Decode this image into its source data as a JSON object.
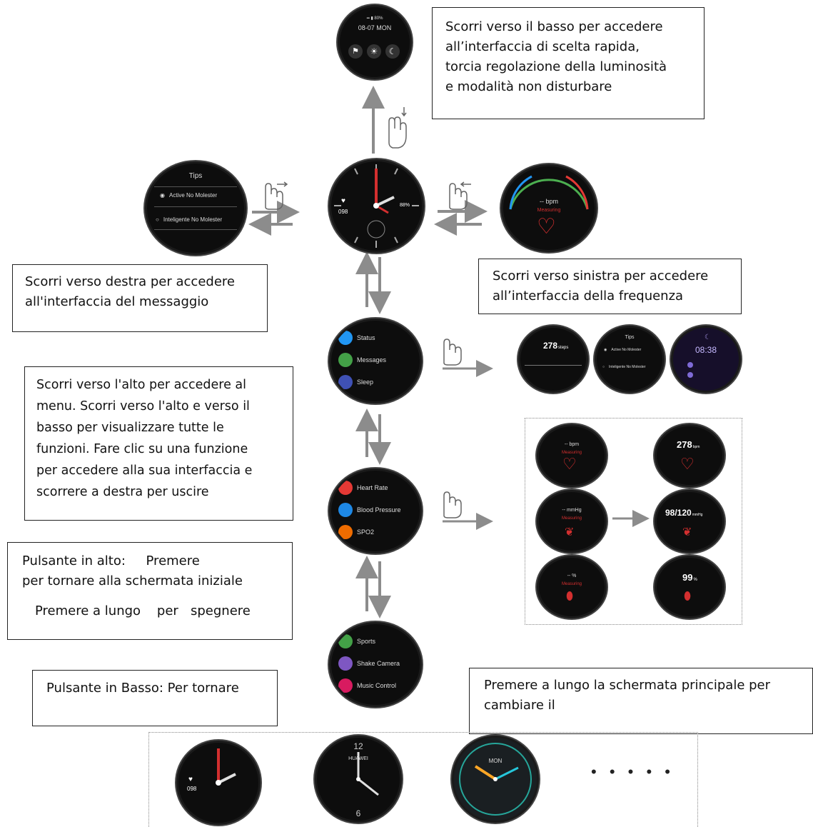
{
  "notes": {
    "top_right": [
      "Scorri verso il basso per accedere",
      "all’interfaccia di scelta rapida,",
      "torcia regolazione della luminosità",
      "e modalità non disturbare"
    ],
    "left_message": [
      "Scorri verso destra per accedere",
      "all'interfaccia del messaggio"
    ],
    "right_frequency": [
      "Scorri verso sinistra per accedere",
      "all’interfaccia della frequenza"
    ],
    "menu": [
      "Scorri verso l'alto per accedere al",
      "menu. Scorri verso l'alto e verso il",
      "basso per visualizzare tutte le",
      "funzioni. Fare clic su una funzione",
      "per accedere alla sua interfaccia e",
      "scorrere a destra per uscire"
    ],
    "top_button": {
      "line1": "Pulsante in alto:     Premere",
      "line2": "per tornare alla schermata iniziale",
      "line3": "Premere a lungo    per   spegnere"
    },
    "bottom_button": "Pulsante in Basso: Per tornare",
    "long_press": [
      "Premere a lungo la schermata principale per",
      "cambiare il"
    ]
  },
  "watches": {
    "quick": {
      "status": "▪▪ ▮ 80%",
      "date": "08-07 MON"
    },
    "tips": {
      "title": "Tips",
      "option1": "Active No Molester",
      "option2": "Inteligente No Molester"
    },
    "heart": {
      "value": "-- bpm",
      "label": "Measuring"
    },
    "face": {
      "bpm": "098",
      "steps": "88%"
    },
    "menu1": [
      "Status",
      "Messages",
      "Sleep"
    ],
    "menu2": [
      "Heart Rate",
      "Blood Pressure",
      "SPO2"
    ],
    "menu3": [
      "Sports",
      "Shake Camera",
      "Music Control"
    ],
    "status_steps": "278",
    "status_steps_unit": "steps",
    "sleep_time": "08:38",
    "hr_result": "278",
    "hr_unit": "bpm",
    "bp_measuring": "-- mmHg",
    "bp_result": "98/120",
    "bp_unit": "mmHg",
    "spo2_measuring": "-- %",
    "spo2_result": "99",
    "spo2_unit": "%",
    "faces": {
      "f1_bpm": "098",
      "f2_brand": "HUAWEI",
      "f3_day": "MON"
    },
    "more": "• • • • •"
  },
  "colors": {
    "arrow": "#8c8c8c",
    "accent_red": "#d32f2f",
    "border": "#222222"
  }
}
